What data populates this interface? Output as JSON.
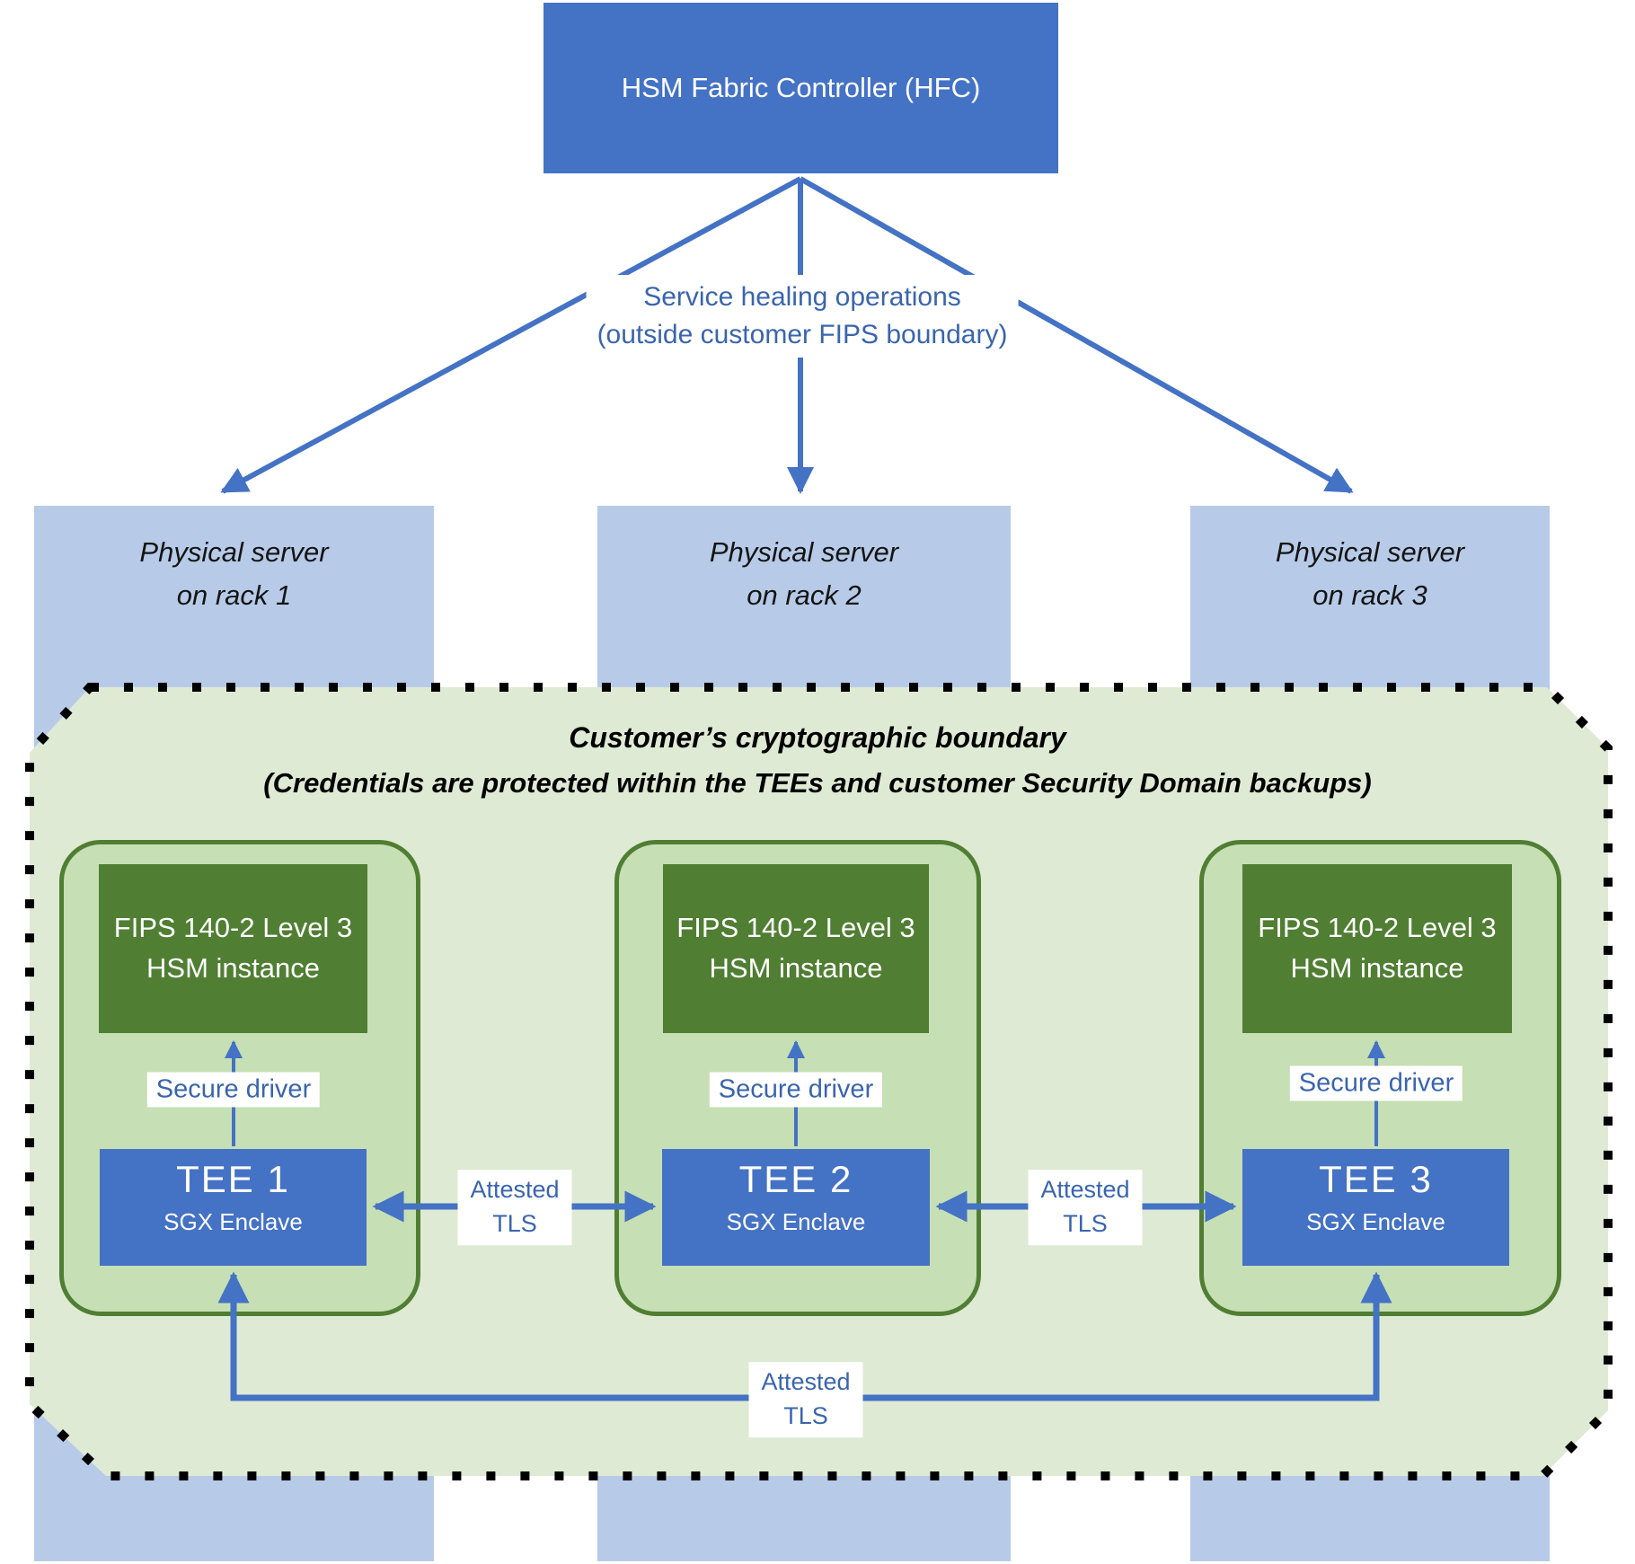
{
  "colors": {
    "accent_blue": "#4472C4",
    "light_blue": "#B7CBE8",
    "dark_green": "#507E33",
    "box_green": "#C6DFB4",
    "region_green": "#DEEAD4",
    "label_blue": "#3A65AE",
    "dot_black": "#000000"
  },
  "hfc": {
    "label": "HSM Fabric Controller (HFC)"
  },
  "service_healing": {
    "line1": "Service healing operations",
    "line2": "(outside customer FIPS boundary)"
  },
  "servers": [
    {
      "line1": "Physical server",
      "line2": "on rack 1"
    },
    {
      "line1": "Physical server",
      "line2": "on rack 2"
    },
    {
      "line1": "Physical server",
      "line2": "on rack 3"
    }
  ],
  "boundary": {
    "title": "Customer’s cryptographic boundary",
    "subtitle": "(Credentials are protected within the TEEs and customer Security Domain backups)"
  },
  "enclaves": [
    {
      "hsm_line1": "FIPS 140-2 Level 3",
      "hsm_line2": "HSM instance",
      "driver_label": "Secure driver",
      "tee_title": "TEE 1",
      "tee_subtitle": "SGX Enclave"
    },
    {
      "hsm_line1": "FIPS 140-2 Level 3",
      "hsm_line2": "HSM instance",
      "driver_label": "Secure driver",
      "tee_title": "TEE 2",
      "tee_subtitle": "SGX Enclave"
    },
    {
      "hsm_line1": "FIPS 140-2 Level 3",
      "hsm_line2": "HSM instance",
      "driver_label": "Secure driver",
      "tee_title": "TEE 3",
      "tee_subtitle": "SGX Enclave"
    }
  ],
  "links": {
    "attested_tls_1_2": {
      "line1": "Attested",
      "line2": "TLS"
    },
    "attested_tls_2_3": {
      "line1": "Attested",
      "line2": "TLS"
    },
    "attested_tls_1_3": {
      "line1": "Attested",
      "line2": "TLS"
    }
  }
}
